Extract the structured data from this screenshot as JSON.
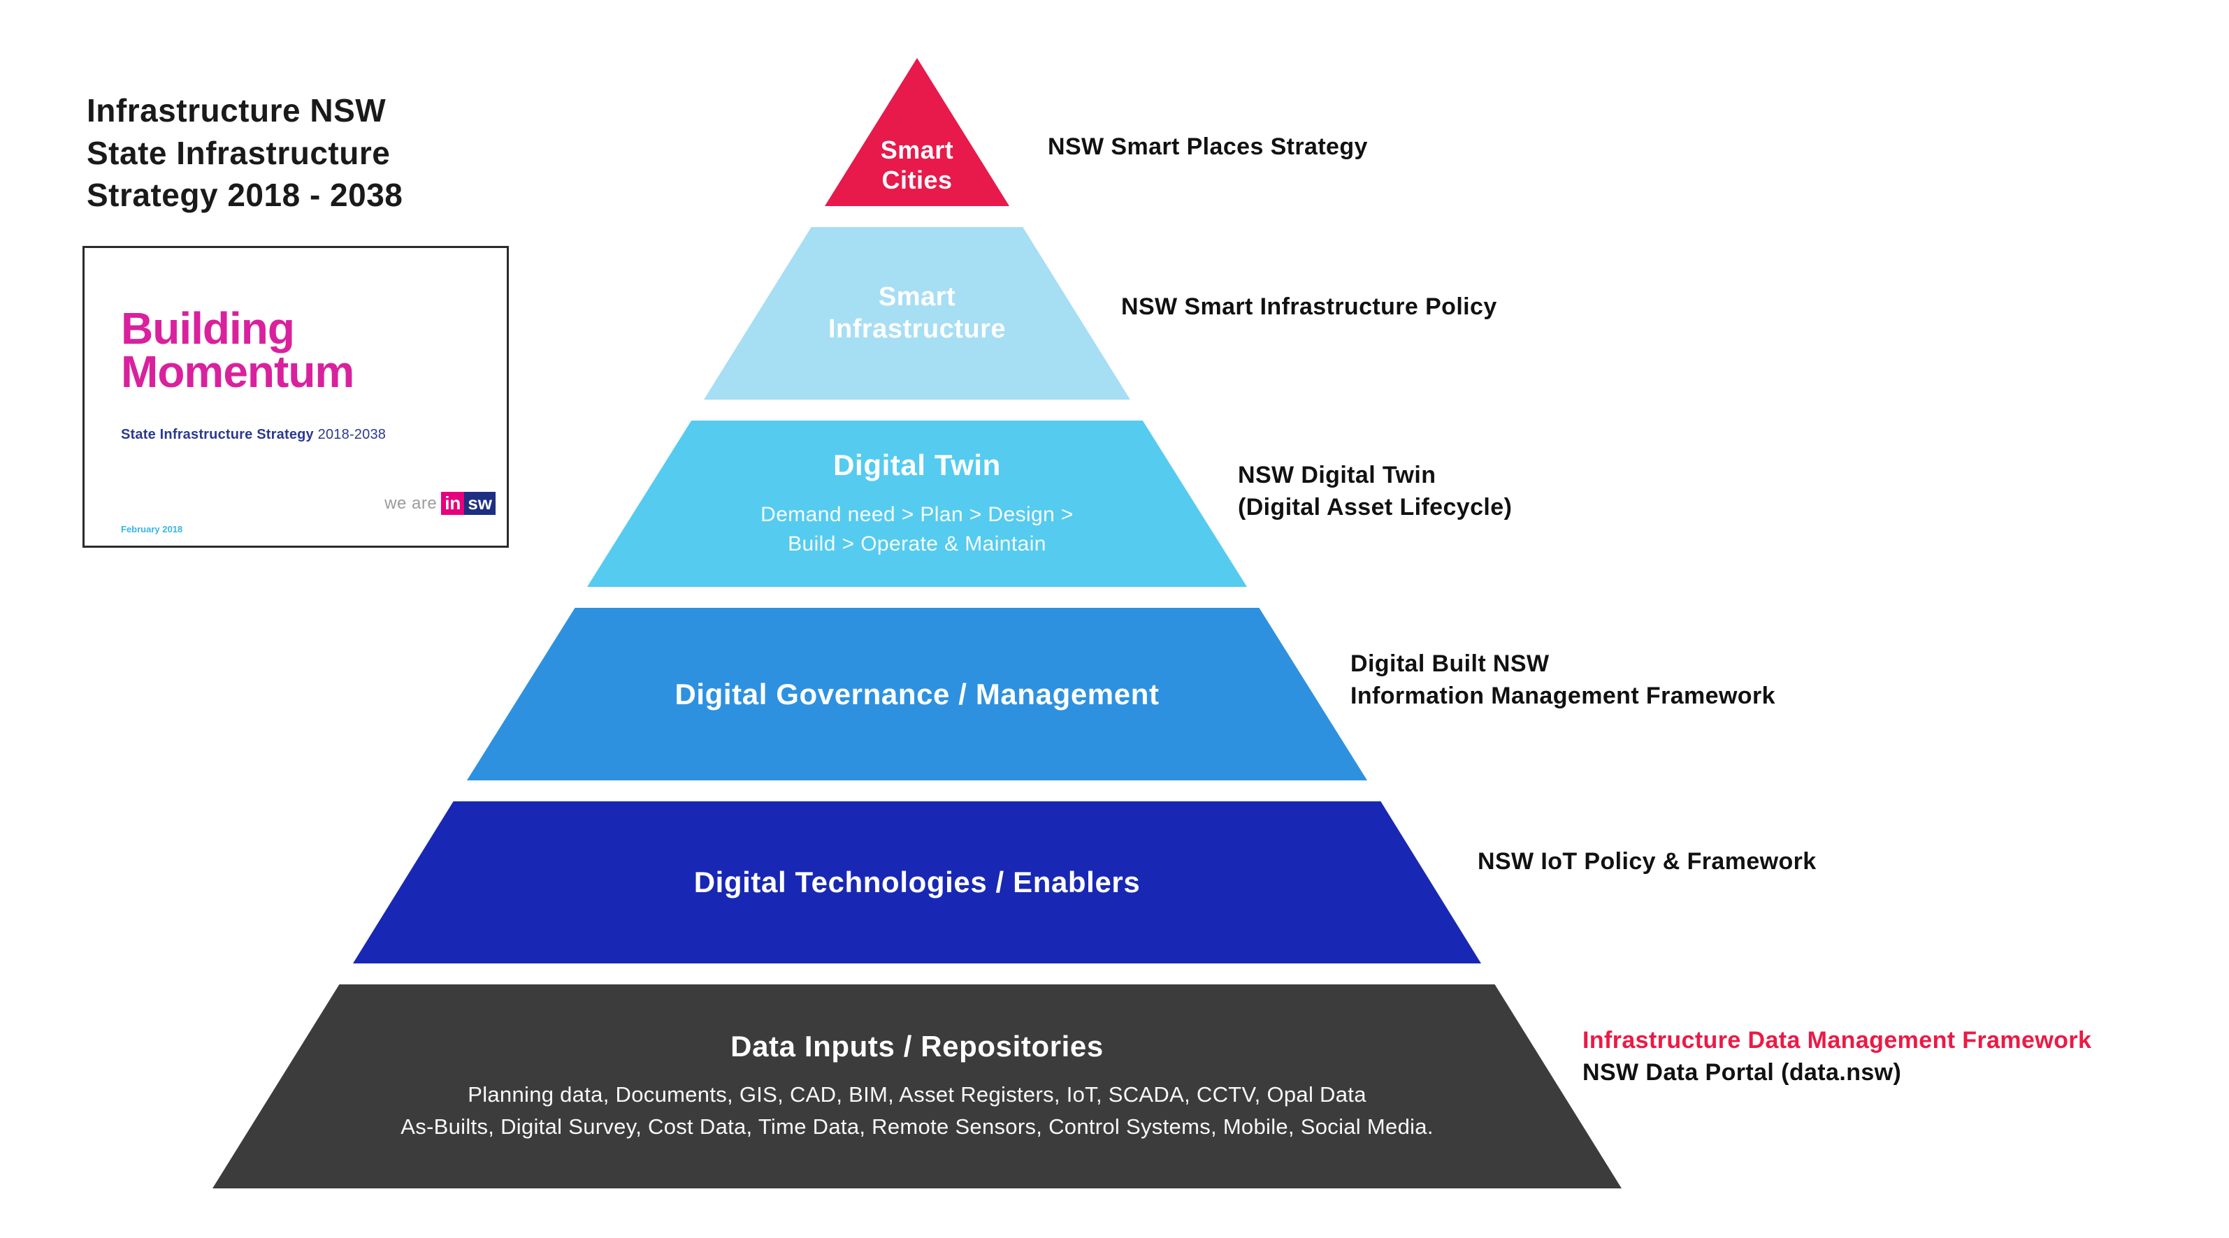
{
  "header": {
    "title": "Infrastructure NSW\nState Infrastructure\nStrategy 2018 - 2038"
  },
  "cover": {
    "title": "Building\nMomentum",
    "subtitle": "State Infrastructure Strategy",
    "subtitle_year": "2018-2038",
    "date": "February 2018",
    "logo_prefix": "we are",
    "logo_name_part1": "in",
    "logo_name_part2": "sw"
  },
  "pyramid": {
    "layers": [
      {
        "title": "Smart\nCities",
        "color": "#E8194B",
        "annotation": "NSW Smart Places Strategy"
      },
      {
        "title": "Smart\nInfrastructure",
        "color": "#A6DEF4",
        "annotation": "NSW Smart Infrastructure Policy"
      },
      {
        "title": "Digital Twin",
        "subtitle": "Demand need > Plan > Design >\nBuild > Operate & Maintain",
        "color": "#55CBF0",
        "annotation": "NSW Digital Twin\n(Digital Asset Lifecycle)"
      },
      {
        "title": "Digital Governance / Management",
        "color": "#2D91E0",
        "annotation": "Digital Built NSW\nInformation Management Framework"
      },
      {
        "title": "Digital Technologies / Enablers",
        "color": "#1828B4",
        "annotation": "NSW IoT Policy & Framework"
      },
      {
        "title": "Data Inputs / Repositories",
        "subtitle": "Planning data, Documents, GIS, CAD, BIM, Asset Registers, IoT, SCADA, CCTV, Opal Data\nAs-Builts, Digital Survey, Cost Data, Time Data, Remote Sensors, Control Systems, Mobile, Social Media.",
        "color": "#3C3C3C",
        "annotation_red": "Infrastructure Data Management Framework",
        "annotation": "NSW Data Portal (data.nsw)"
      }
    ]
  },
  "colors": {
    "accent_red": "#ED1944",
    "cover_title": "#D9219E",
    "cover_subtitle": "#2B3990",
    "cover_date": "#35B6E7",
    "logo_block_1": "#E6007E",
    "logo_block_2": "#1D2E83",
    "annotation_text": "#111111"
  }
}
